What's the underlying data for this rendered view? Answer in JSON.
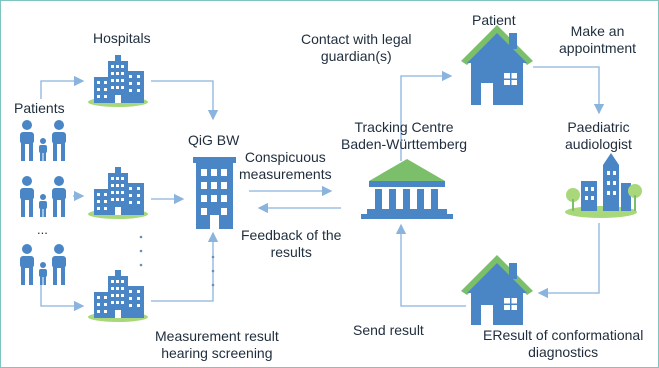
{
  "colors": {
    "building": "#4a86c5",
    "window": "#ffffff",
    "roof": "#7bbf6a",
    "grass": "#a8d87a",
    "arrow": "#8ab4de",
    "text": "#1f2d3d",
    "person": "#4a86c5"
  },
  "labels": {
    "patients": "Patients",
    "hospitals": "Hospitals",
    "qig": "QiG BW",
    "conspicuous": "Conspicuous\nmeasurements",
    "feedback": "Feedback of the\nresults",
    "tracking": "Tracking Centre\nBaden-Württemberg",
    "contact": "Contact with legal\nguardian(s)",
    "patient": "Patient",
    "appointment": "Make an\nappointment",
    "paediatric": "Paediatric\naudiologist",
    "measurement": "Measurement result\nhearing screening",
    "send": "Send result",
    "eresult": "EResult of conformational\ndiagnostics",
    "ellipsis": "..."
  }
}
